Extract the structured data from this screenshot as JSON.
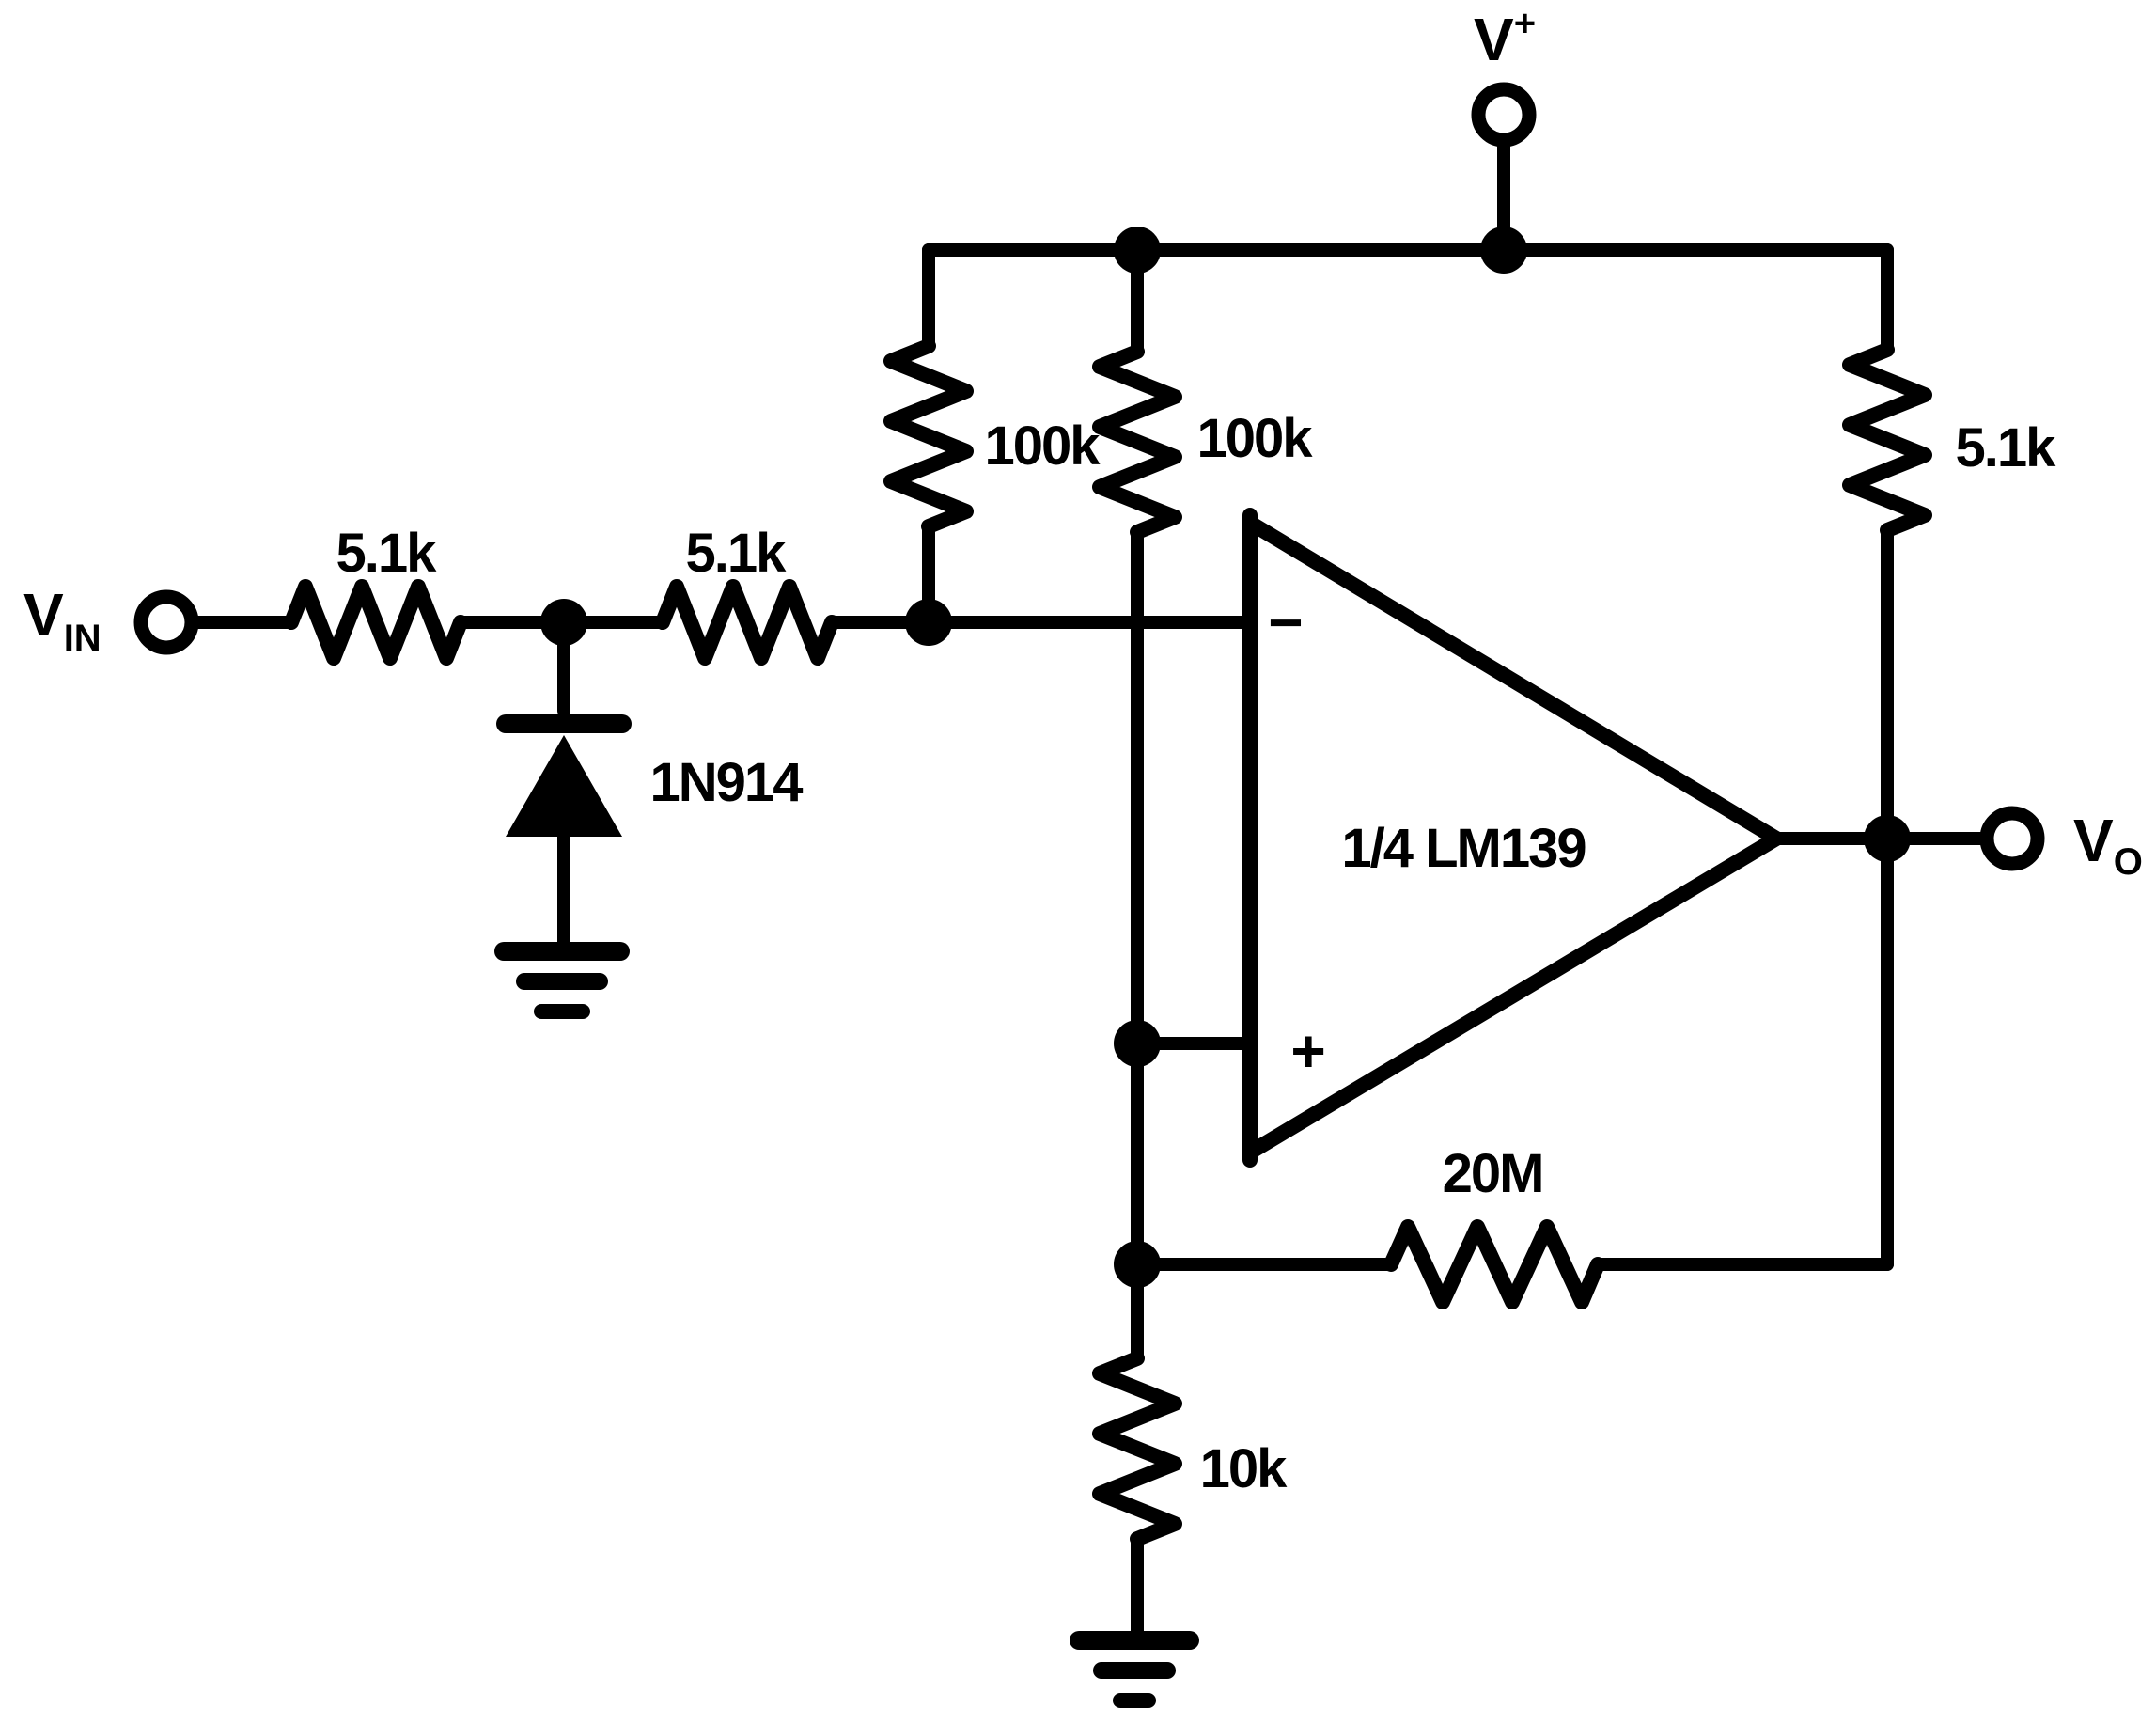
{
  "circuit": {
    "source": {
      "base": "V",
      "sub": "IN"
    },
    "supply": {
      "base": "V",
      "sup": "+"
    },
    "output": {
      "base": "V",
      "sub": "O"
    },
    "resistors": {
      "input_first": "5.1k",
      "input_second": "5.1k",
      "pullup_inv": "100k",
      "pullup_noninv": "100k",
      "pullup_output": "5.1k",
      "feedback": "20M",
      "bias": "10k"
    },
    "diode": {
      "part": "1N914"
    },
    "comparator": {
      "device": "1/4 LM139",
      "inverting_sign": "−",
      "noninverting_sign": "+"
    }
  }
}
